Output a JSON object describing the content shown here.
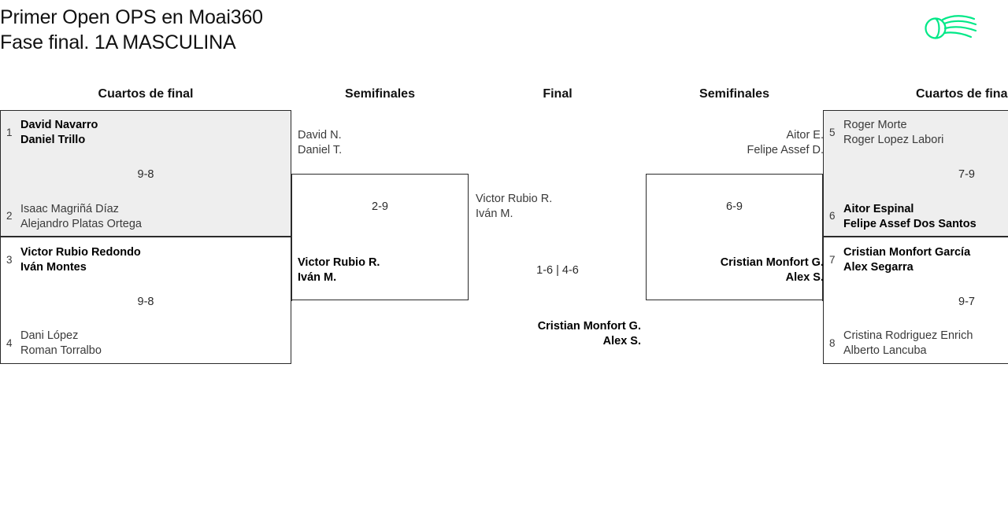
{
  "header": {
    "title_line_1": "Primer Open OPS en Moai360",
    "title_line_2": "Fase final. 1A MASCULINA",
    "logo_name": "moai360-ball-logo",
    "logo_color": "#00E887"
  },
  "rounds": {
    "qf_left": "Cuartos de final",
    "sf_left": "Semifinales",
    "final": "Final",
    "sf_right": "Semifinales",
    "qf_right": "Cuartos de final"
  },
  "bracket": {
    "quarterfinals_left": [
      {
        "score": "9-8",
        "teams": [
          {
            "seed": "1",
            "player_1": "David Navarro",
            "player_2": "Daniel Trillo",
            "result": "winner"
          },
          {
            "seed": "2",
            "player_1": "Isaac Magriñá Díaz",
            "player_2": "Alejandro Platas Ortega",
            "result": "loser"
          }
        ]
      },
      {
        "score": "9-8",
        "teams": [
          {
            "seed": "3",
            "player_1": "Victor Rubio Redondo",
            "player_2": "Iván Montes",
            "result": "winner"
          },
          {
            "seed": "4",
            "player_1": "Dani López",
            "player_2": "Roman Torralbo",
            "result": "loser"
          }
        ]
      }
    ],
    "quarterfinals_right": [
      {
        "score": "7-9",
        "teams": [
          {
            "seed": "5",
            "player_1": "Roger Morte",
            "player_2": "Roger Lopez Labori",
            "result": "loser"
          },
          {
            "seed": "6",
            "player_1": "Aitor Espinal",
            "player_2": "Felipe Assef Dos Santos",
            "result": "winner"
          }
        ]
      },
      {
        "score": "9-7",
        "teams": [
          {
            "seed": "7",
            "player_1": "Cristian Monfort García",
            "player_2": "Alex Segarra",
            "result": "winner"
          },
          {
            "seed": "8",
            "player_1": "Cristina Rodriguez Enrich",
            "player_2": "Alberto Lancuba",
            "result": "loser"
          }
        ]
      }
    ],
    "semifinal_left": {
      "score": "2-9",
      "teams": [
        {
          "player_1": "David N.",
          "player_2": "Daniel T.",
          "result": "loser"
        },
        {
          "player_1": "Victor Rubio R.",
          "player_2": "Iván M.",
          "result": "winner"
        }
      ]
    },
    "semifinal_right": {
      "score": "6-9",
      "teams": [
        {
          "player_1": "Aitor E.",
          "player_2": "Felipe Assef D.",
          "result": "loser"
        },
        {
          "player_1": "Cristian Monfort G.",
          "player_2": "Alex S.",
          "result": "winner"
        }
      ]
    },
    "final": {
      "score": "1-6 | 4-6",
      "teams": [
        {
          "player_1": "Victor Rubio R.",
          "player_2": "Iván M.",
          "result": "loser"
        },
        {
          "player_1": "Cristian Monfort G.",
          "player_2": "Alex S.",
          "result": "winner"
        }
      ]
    }
  }
}
